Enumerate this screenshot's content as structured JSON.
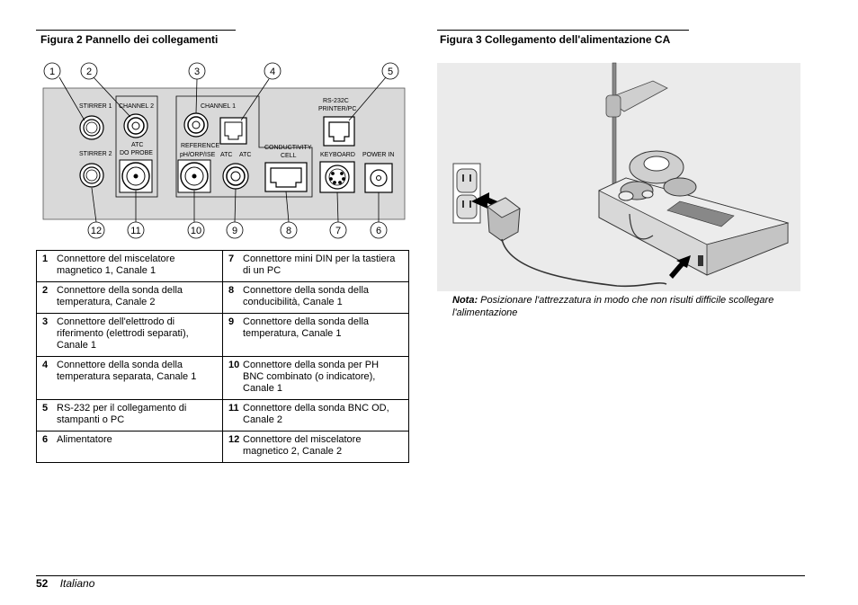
{
  "figure2": {
    "title": "Figura 2  Pannello dei collegamenti",
    "callouts_top": [
      "1",
      "2",
      "3",
      "4",
      "5"
    ],
    "callouts_bottom": [
      "12",
      "11",
      "10",
      "9",
      "8",
      "7",
      "6"
    ],
    "panel_labels": {
      "stirrer1": "STIRRER 1",
      "stirrer2": "STIRRER 2",
      "channel2": "CHANNEL 2",
      "atc_do_1": "ATC",
      "atc_do_2": "DO PROBE",
      "channel1": "CHANNEL 1",
      "reference": "REFERENCE",
      "ph_orp": "pH/ORP/ISE",
      "atc_a": "ATC",
      "atc_b": "ATC",
      "conductivity_1": "CONDUCTIVITY",
      "conductivity_2": "CELL",
      "rs232_1": "RS-232C",
      "rs232_2": "PRINTER/PC",
      "keyboard": "KEYBOARD",
      "power_in": "POWER IN"
    }
  },
  "legend_rows": [
    {
      "n1": "1",
      "t1": "Connettore del miscelatore magnetico 1, Canale 1",
      "n2": "7",
      "t2": "Connettore mini DIN per la tastiera di un PC"
    },
    {
      "n1": "2",
      "t1": "Connettore della sonda della temperatura, Canale 2",
      "n2": "8",
      "t2": "Connettore della sonda della conducibilità, Canale 1"
    },
    {
      "n1": "3",
      "t1": "Connettore dell'elettrodo di riferimento (elettrodi separati), Canale 1",
      "n2": "9",
      "t2": "Connettore della sonda della temperatura, Canale 1"
    },
    {
      "n1": "4",
      "t1": "Connettore della sonda della temperatura separata, Canale 1",
      "n2": "10",
      "t2": "Connettore della sonda per PH BNC combinato (o indicatore), Canale 1"
    },
    {
      "n1": "5",
      "t1": "RS-232 per il collegamento di stampanti o PC",
      "n2": "11",
      "t2": "Connettore della sonda BNC OD, Canale 2"
    },
    {
      "n1": "6",
      "t1": "Alimentatore",
      "n2": "12",
      "t2": "Connettore del miscelatore magnetico 2, Canale 2"
    }
  ],
  "figure3": {
    "title": "Figura 3  Collegamento dell'alimentazione CA",
    "note_label": "Nota:",
    "note_text": "Posizionare l'attrezzatura in modo che non risulti difficile scollegare l'alimentazione"
  },
  "footer": {
    "page": "52",
    "language": "Italiano"
  }
}
